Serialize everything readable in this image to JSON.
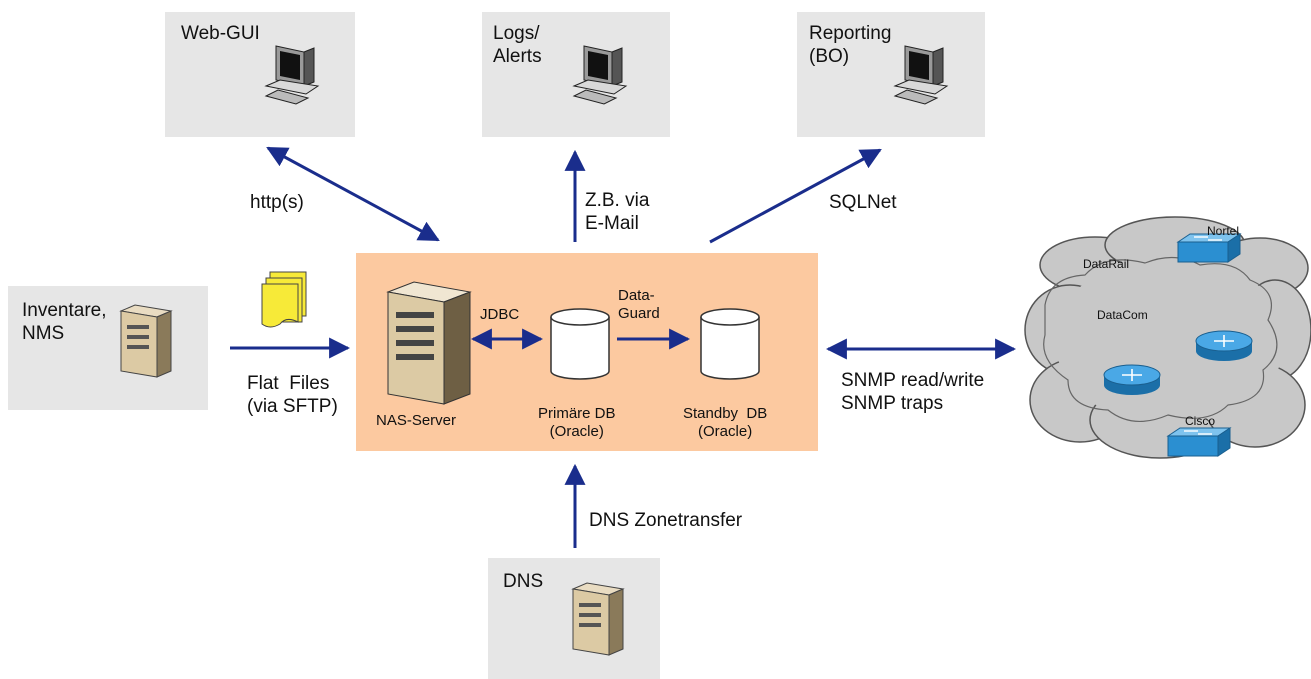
{
  "boxes": {
    "web_gui": "Web-GUI",
    "logs_alerts": "Logs/\nAlerts",
    "reporting": "Reporting\n(BO)",
    "inventare": "Inventare,\nNMS",
    "dns": "DNS"
  },
  "core": {
    "nas_server": "NAS-Server",
    "jdbc": "JDBC",
    "data_guard": "Data-\nGuard",
    "primary_db": "Primäre DB\n(Oracle)",
    "standby_db": "Standby  DB\n(Oracle)"
  },
  "links": {
    "http": "http(s)",
    "email": "Z.B. via\nE-Mail",
    "sqlnet": "SQLNet",
    "flat_files": "Flat  Files\n(via SFTP)",
    "snmp": "SNMP read/write\nSNMP traps",
    "dns_transfer": "DNS Zonetransfer"
  },
  "cloud": {
    "datarail": "DataRail",
    "datacom": "DataCom",
    "nortel": "Nortel",
    "cisco": "Cisco"
  },
  "colors": {
    "arrow": "#1a2d8c",
    "box": "#e6e6e6",
    "core": "#fcc9a0",
    "cloud": "#c8c8c8",
    "network_device": "#2b8fd1"
  },
  "icons": [
    "workstation-icon",
    "server-tower-icon",
    "database-icon",
    "document-stack-icon",
    "router-icon",
    "switch-icon",
    "network-cloud-icon"
  ]
}
